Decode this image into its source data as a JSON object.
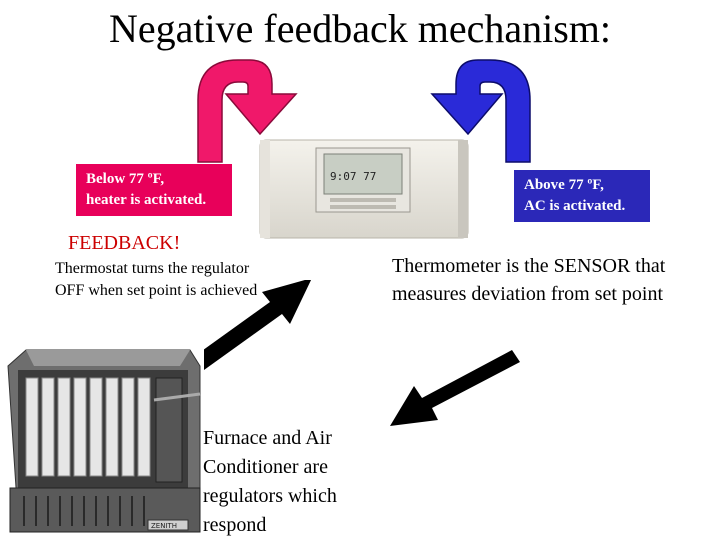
{
  "title": "Negative feedback mechanism:",
  "heater_box": {
    "line1": "Below 77 ºF,",
    "line2": "heater is activated.",
    "color": "#e8005a"
  },
  "ac_box": {
    "line1": "Above 77 ºF,",
    "line2": "AC is activated.",
    "color": "#2b28b8"
  },
  "feedback": {
    "title": "FEEDBACK!",
    "text": "Thermostat turns the regulator OFF when set point is achieved"
  },
  "sensor_text": "Thermometer is the SENSOR that measures deviation from set point",
  "regulator_text": "Furnace and Air Conditioner are regulators which respond",
  "thermostat_display": "9:07   77",
  "furnace_brand": "ZENITH"
}
